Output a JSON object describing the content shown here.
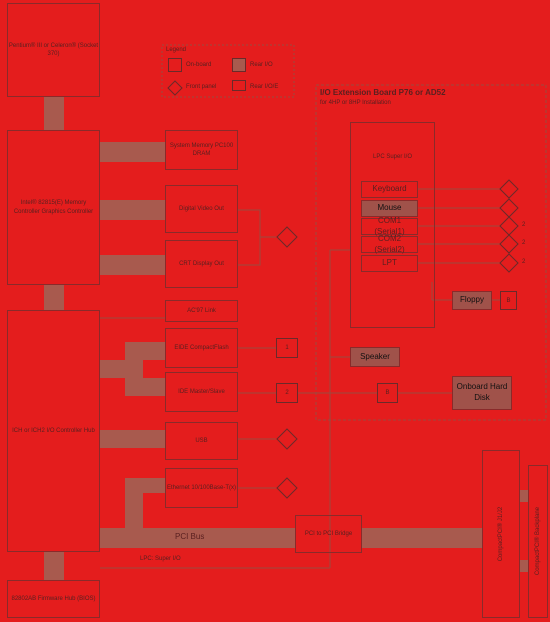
{
  "blocks": {
    "cpu": "Pentium® III or Celeron® (Socket 370)",
    "northbridge": "Intel® 82815(E) Memory Controller Graphics Controller",
    "memory": "System Memory PC100 DRAM",
    "digital_video": "Digital Video Out",
    "crt": "CRT Display Out",
    "southbridge": "ICH or ICH2 I/O Controller Hub",
    "ac97": "AC'97 Link",
    "eide": "EIDE CompactFlash",
    "ide2": "IDE Master/Slave",
    "usb": "USB",
    "ethernet": "Ethernet 10/100Base-T(x)",
    "firmware": "82802AB Firmware Hub (BIOS)",
    "bridge": "PCI to PCI Bridge",
    "pci_slot1": "CompactPCI® J1/J2",
    "pci_slot2": "CompactPCI® Backplane"
  },
  "io_board": {
    "title": "I/O Extension Board P76 or AD52",
    "subtitle": "for 4HP or 8HP Installation",
    "superio": "LPC Super I/O",
    "ports": [
      "Keyboard",
      "Mouse",
      "COM1 (Serial1)",
      "COM2 (Serial2)",
      "LPT"
    ],
    "floppy": "Floppy",
    "speaker": "Speaker",
    "onboard_hd": "Onboard Hard Disk"
  },
  "legend": {
    "title": "Legend",
    "items": [
      "On-board",
      "Front panel",
      "Rear I/O",
      "Rear I/O/E"
    ]
  },
  "buses": {
    "pci": "PCI Bus",
    "lpc": "LPC: Super I/O"
  },
  "markers": {
    "port_b": "B",
    "ide_num": "2",
    "ide_b": "B",
    "side_nums": [
      "2",
      "2",
      "2"
    ],
    "eide_num": "1"
  },
  "colors": {
    "background": "#e41d1d",
    "connector": "#a85a4e"
  }
}
